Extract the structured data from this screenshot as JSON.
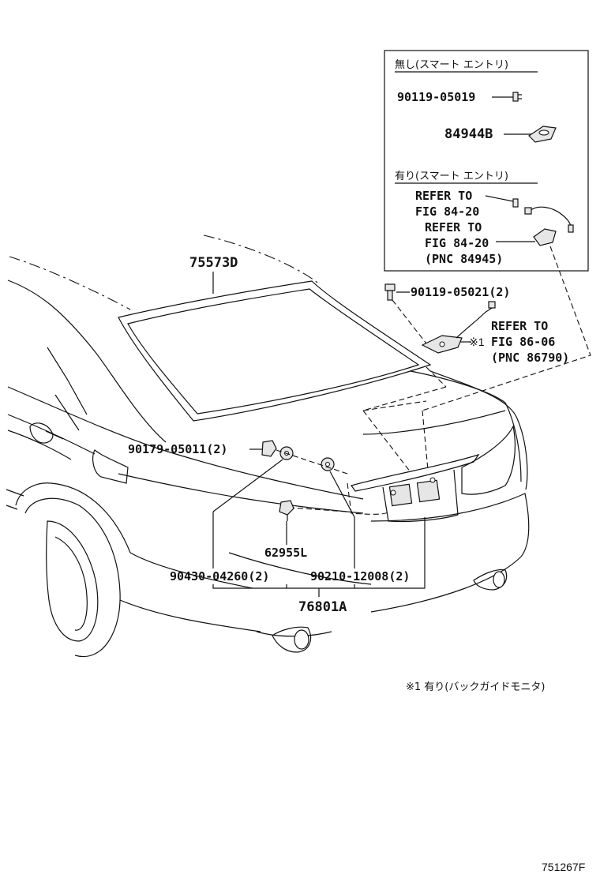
{
  "inset": {
    "without_smart_entry_title": "無し(スマート エントリ)",
    "with_smart_entry_title": "有り(スマート エントリ)",
    "part_90119_05019": "90119-05019",
    "part_84944B": "84944B",
    "refer1_line1": "REFER TO",
    "refer1_line2": "FIG 84-20",
    "refer2_line1": "REFER TO",
    "refer2_line2": "FIG 84-20",
    "refer2_line3": "(PNC 84945)"
  },
  "parts": {
    "p75573D": "75573D",
    "p90119_05021": "90119-05021(2)",
    "refer3_line1": "REFER TO",
    "refer3_line2": "FIG 86-06",
    "refer3_line3": "(PNC 86790)",
    "note_mark": "※1",
    "p90179_05011": "90179-05011(2)",
    "p62955L": "62955L",
    "p90430_04260": "90430-04260(2)",
    "p90210_12008": "90210-12008(2)",
    "p76801A": "76801A"
  },
  "footnote": "※1 有り(バックガイドモニタ)",
  "diagram_code": "751267F"
}
